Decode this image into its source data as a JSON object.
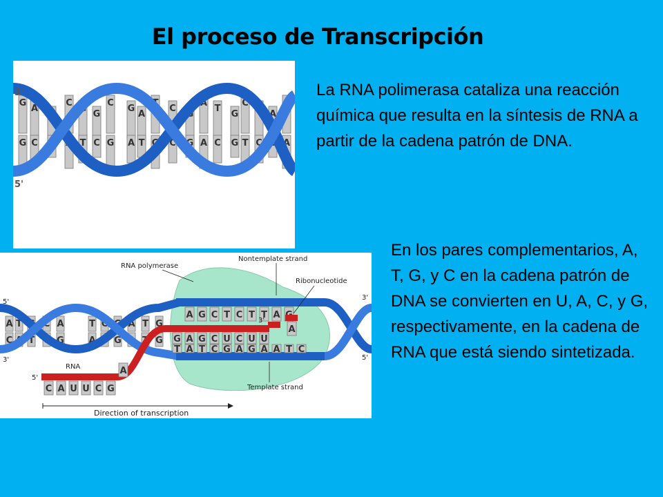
{
  "slide": {
    "title": "El proceso de Transcripción",
    "paragraph_1": "La RNA polimerasa cataliza una reacción química que resulta en la síntesis de RNA a partir de la cadena patrón de DNA.",
    "paragraph_2": "En los pares complementarios, A, T, G, y C en la cadena patrón de DNA se convierten en U, A, C, y G, respectivamente, en la cadena de RNA que está siendo sintetizada."
  },
  "colors": {
    "background": "#00b0f0",
    "dna_strand": "#1e5fc4",
    "base": "#c8c8c8",
    "rna": "#cc1f1f",
    "polymerase": "#a8e6cc"
  },
  "dna_image": {
    "left_end_labels": [
      "3'",
      "5'"
    ],
    "bases": [
      "G",
      "A",
      "T",
      "C",
      "G",
      "G",
      "C",
      "G",
      "A",
      "T",
      "C",
      "G",
      "A",
      "T",
      "G",
      "C",
      "G",
      "A",
      "C",
      "G",
      "T",
      "C",
      "G",
      "A",
      "T"
    ]
  },
  "transcription_image": {
    "labels": {
      "rna_polymerase": "RNA polymerase",
      "nontemplate_strand": "Nontemplate strand",
      "ribonucleotide": "Ribonucleotide",
      "template_strand": "Template strand",
      "rna": "RNA",
      "direction": "Direction of transcription",
      "five_prime": "5'",
      "three_prime": "3'"
    },
    "nontemplate_bases": [
      "A",
      "G",
      "C",
      "T",
      "C",
      "T",
      "T",
      "A",
      "G"
    ],
    "rna_in_bubble": [
      "G",
      "A",
      "G",
      "C",
      "U",
      "C",
      "U",
      "U"
    ],
    "rna_new_base": "A",
    "template_bases": [
      "T",
      "A",
      "T",
      "C",
      "G",
      "A",
      "G",
      "A",
      "A",
      "T",
      "C"
    ],
    "rna_tail_bases": [
      "C",
      "A",
      "U",
      "U",
      "C",
      "G",
      "A"
    ],
    "left_bases": [
      "A",
      "T",
      "G",
      "C",
      "A",
      "T",
      "C",
      "G",
      "A",
      "T",
      "G"
    ]
  }
}
